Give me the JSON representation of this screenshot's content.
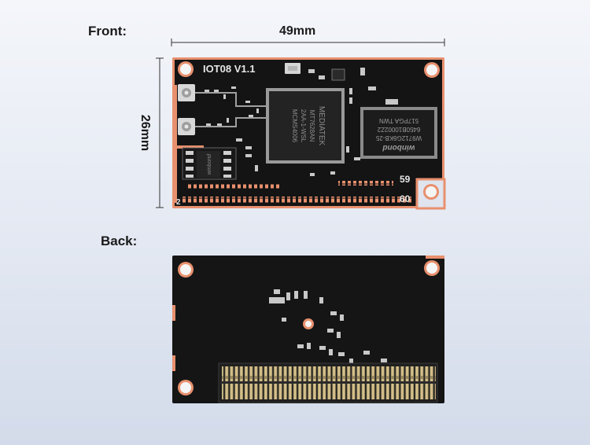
{
  "labels": {
    "front": "Front:",
    "back": "Back:",
    "width": "49mm",
    "height": "26mm"
  },
  "board": {
    "model": "IOT08 V1.1",
    "soc_line1": "MEDIATEK",
    "soc_line2": "MT7628AN",
    "soc_line3": "2AA-1-WSL",
    "soc_line4": "MCMS4006",
    "mem_brand": "winbond",
    "mem_line1": "W9712G6KB-25",
    "mem_line2": "6450B10002Z2",
    "mem_line3": "517PGA   TWN",
    "flash_brand": "winbond",
    "pin_2": "2",
    "pin_59": "59",
    "pin_60": "60"
  },
  "colors": {
    "pcb": "#141414",
    "copper": "#e8906e",
    "silk": "#e6e6e6"
  }
}
